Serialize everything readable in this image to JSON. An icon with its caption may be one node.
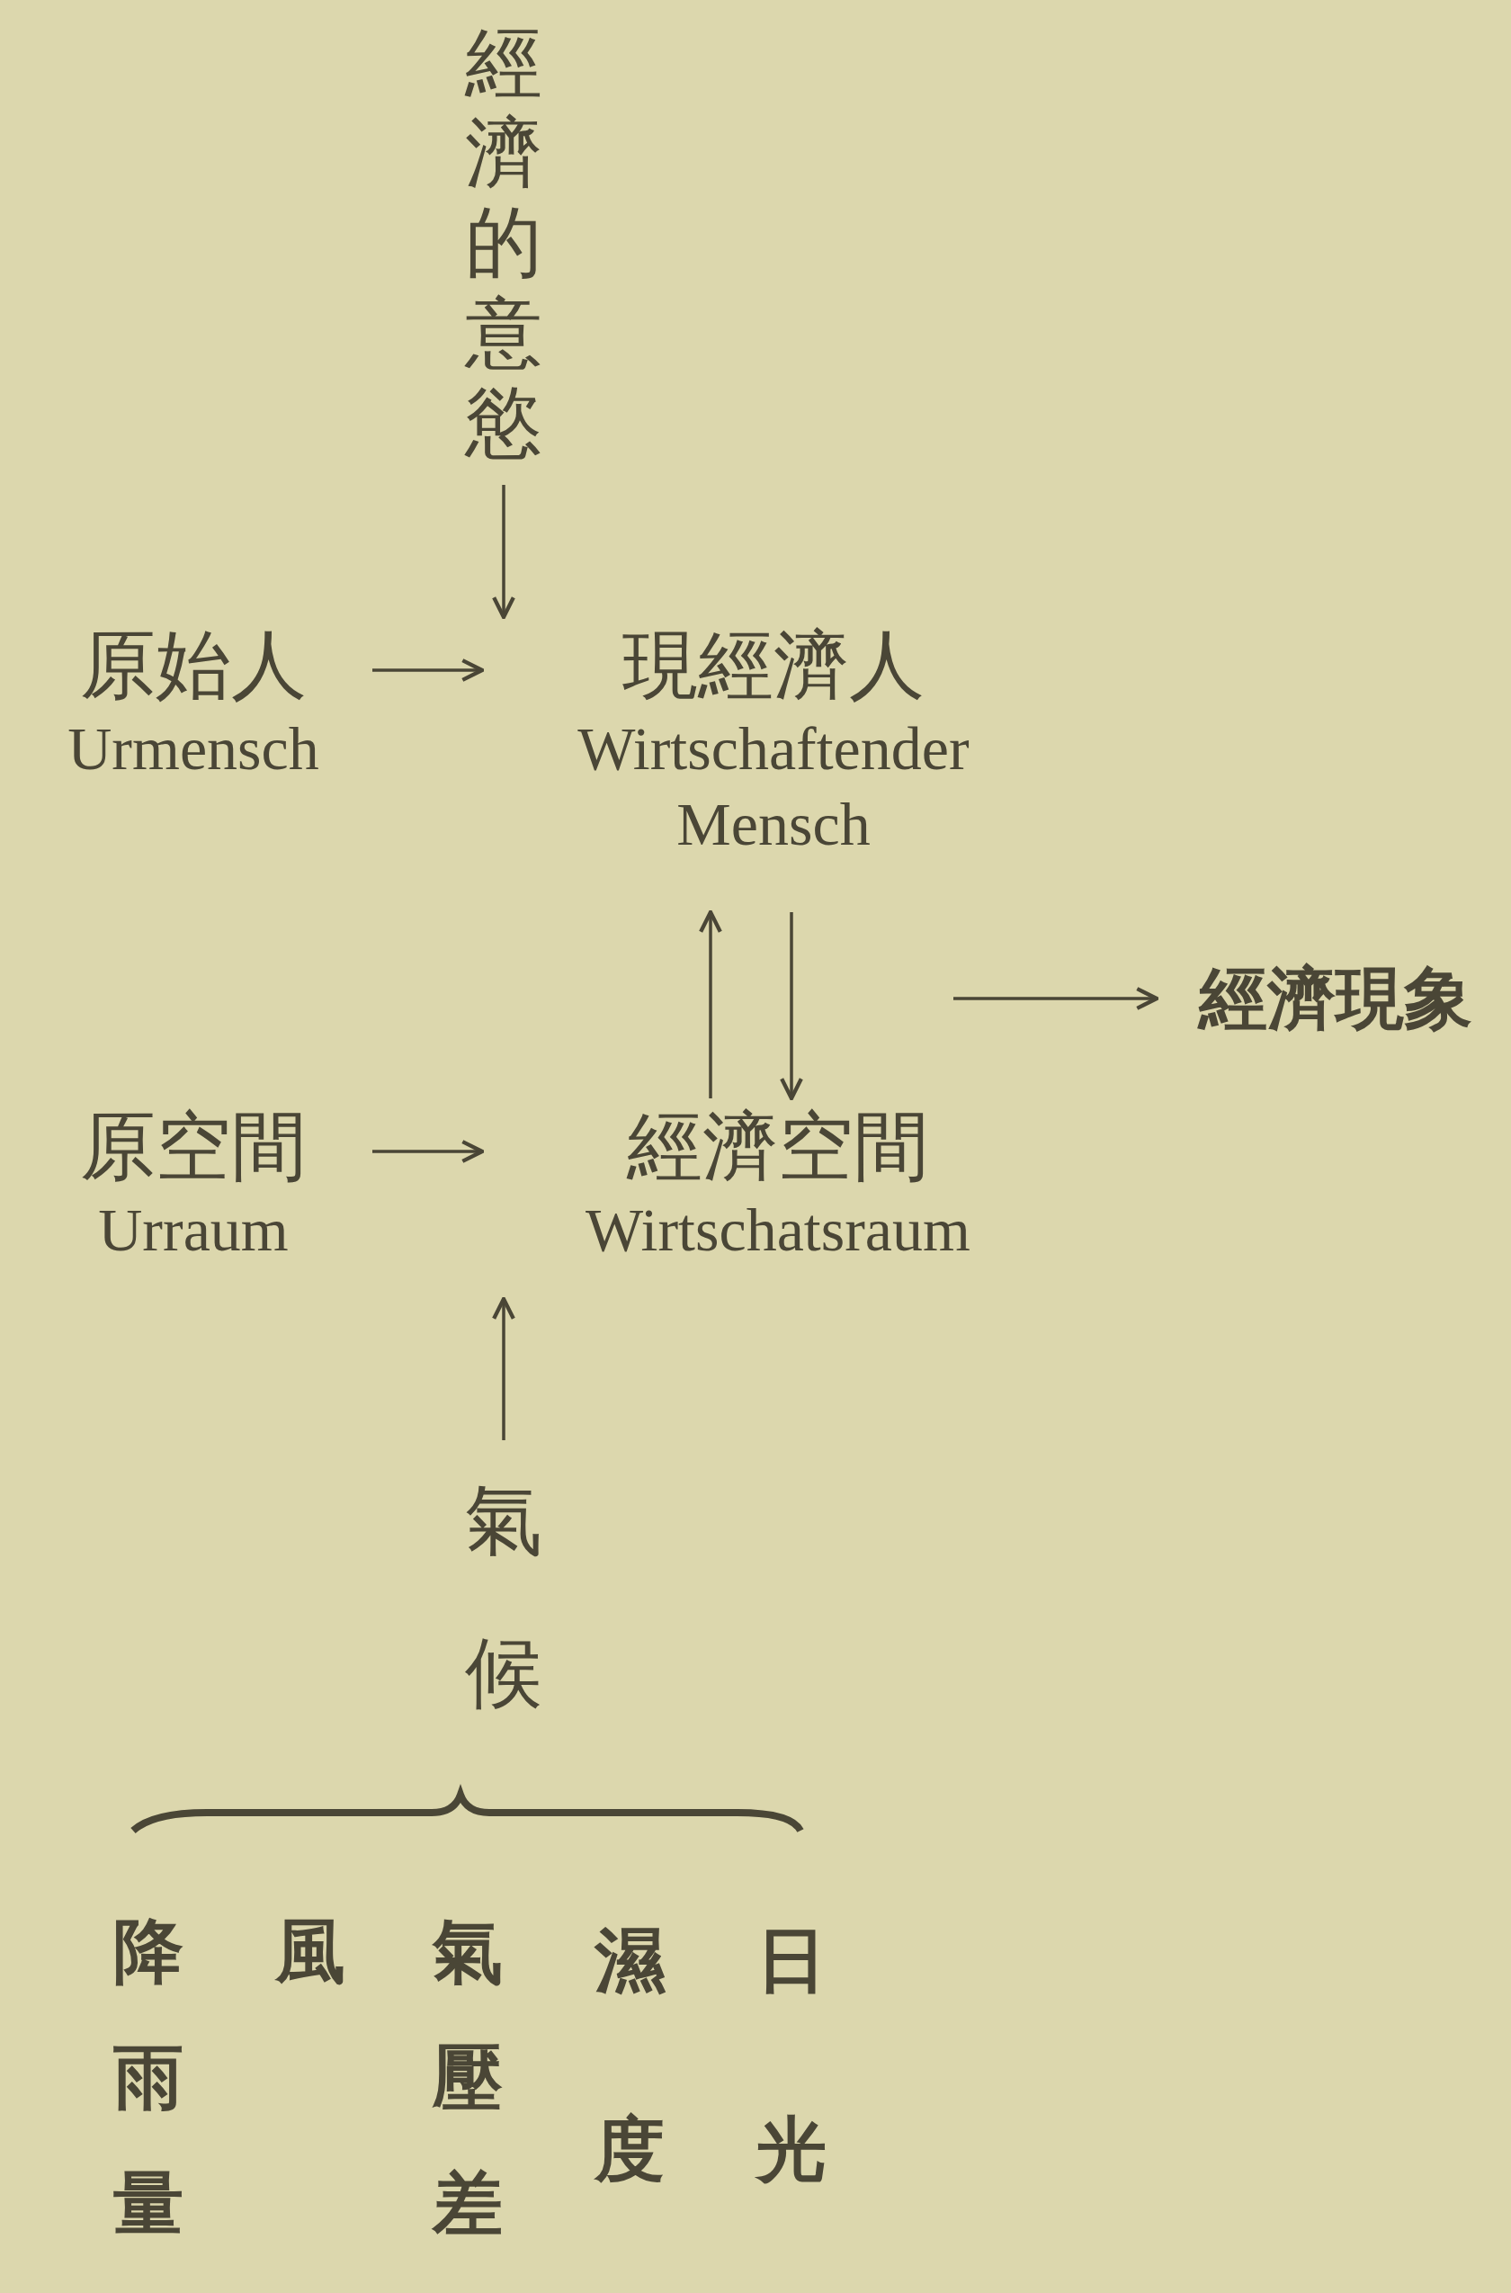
{
  "diagram": {
    "nodes": [
      {
        "text": [
          "經濟的意慾"
        ]
      },
      {
        "text": [
          "原始人",
          "Urmensch"
        ]
      },
      {
        "text": [
          "現經濟人",
          "Wirtschaftender Mensch"
        ]
      },
      {
        "text": [
          "經濟現象"
        ]
      },
      {
        "text": [
          "原空間",
          "Urraum"
        ]
      },
      {
        "text": [
          "經濟空間",
          "Wirtschatsraum"
        ]
      },
      {
        "text": [
          "氣候"
        ]
      }
    ],
    "edges": [
      {
        "from": 0,
        "to": 2,
        "arrow": "to"
      },
      {
        "from": 1,
        "to": 2,
        "arrow": "to"
      },
      {
        "from": 5,
        "to": 2,
        "arrow": "to"
      },
      {
        "from": 2,
        "to": 5,
        "arrow": "to"
      },
      {
        "from": null,
        "to": 3,
        "arrow": "to"
      },
      {
        "from": 4,
        "to": 5,
        "arrow": "to"
      },
      {
        "from": 6,
        "to": 5,
        "arrow": "to"
      }
    ],
    "labels": [
      "降雨量",
      "風",
      "氣壓差",
      "濕度",
      "日光"
    ]
  }
}
